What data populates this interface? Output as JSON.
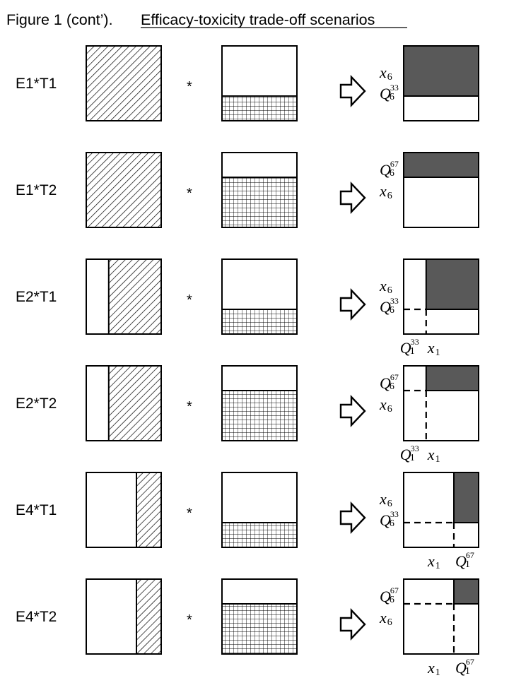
{
  "header": {
    "prefix": "Figure 1 (cont’).",
    "title": "Efficacy-toxicity trade-off scenarios"
  },
  "operator": "*",
  "colors": {
    "shade": "#595959",
    "stroke": "#000000",
    "background": "#ffffff"
  },
  "icons": {
    "arrow": "right-outline-arrow-icon"
  },
  "rows": [
    {
      "label": "E1*T1",
      "efficacy_hatch_from": 0.0,
      "toxicity_grid_level": 0.33,
      "result": {
        "x_cut": 0.0,
        "y_cut": 0.33,
        "left_labels": [
          {
            "sym": "x",
            "sub": "6",
            "sup": ""
          },
          {
            "sym": "Q",
            "sub": "6",
            "sup": "33"
          }
        ],
        "bottom_labels": []
      }
    },
    {
      "label": "E1*T2",
      "efficacy_hatch_from": 0.0,
      "toxicity_grid_level": 0.67,
      "result": {
        "x_cut": 0.0,
        "y_cut": 0.67,
        "left_labels": [
          {
            "sym": "Q",
            "sub": "6",
            "sup": "67"
          },
          {
            "sym": "x",
            "sub": "6",
            "sup": ""
          }
        ],
        "bottom_labels": []
      }
    },
    {
      "label": "E2*T1",
      "efficacy_hatch_from": 0.3,
      "toxicity_grid_level": 0.33,
      "result": {
        "x_cut": 0.3,
        "y_cut": 0.33,
        "left_labels": [
          {
            "sym": "x",
            "sub": "6",
            "sup": ""
          },
          {
            "sym": "Q",
            "sub": "6",
            "sup": "33"
          }
        ],
        "bottom_labels": [
          {
            "sym": "Q",
            "sub": "1",
            "sup": "33"
          },
          {
            "sym": "x",
            "sub": "1",
            "sup": ""
          }
        ]
      }
    },
    {
      "label": "E2*T2",
      "efficacy_hatch_from": 0.3,
      "toxicity_grid_level": 0.67,
      "result": {
        "x_cut": 0.3,
        "y_cut": 0.67,
        "left_labels": [
          {
            "sym": "Q",
            "sub": "6",
            "sup": "67"
          },
          {
            "sym": "x",
            "sub": "6",
            "sup": ""
          }
        ],
        "bottom_labels": [
          {
            "sym": "Q",
            "sub": "1",
            "sup": "33"
          },
          {
            "sym": "x",
            "sub": "1",
            "sup": ""
          }
        ]
      }
    },
    {
      "label": "E4*T1",
      "efficacy_hatch_from": 0.67,
      "toxicity_grid_level": 0.33,
      "result": {
        "x_cut": 0.67,
        "y_cut": 0.33,
        "left_labels": [
          {
            "sym": "x",
            "sub": "6",
            "sup": ""
          },
          {
            "sym": "Q",
            "sub": "6",
            "sup": "33"
          }
        ],
        "bottom_labels": [
          {
            "sym": "x",
            "sub": "1",
            "sup": ""
          },
          {
            "sym": "Q",
            "sub": "1",
            "sup": "67"
          }
        ]
      }
    },
    {
      "label": "E4*T2",
      "efficacy_hatch_from": 0.67,
      "toxicity_grid_level": 0.67,
      "result": {
        "x_cut": 0.67,
        "y_cut": 0.67,
        "left_labels": [
          {
            "sym": "Q",
            "sub": "6",
            "sup": "67"
          },
          {
            "sym": "x",
            "sub": "6",
            "sup": ""
          }
        ],
        "bottom_labels": [
          {
            "sym": "x",
            "sub": "1",
            "sup": ""
          },
          {
            "sym": "Q",
            "sub": "1",
            "sup": "67"
          }
        ]
      }
    }
  ]
}
